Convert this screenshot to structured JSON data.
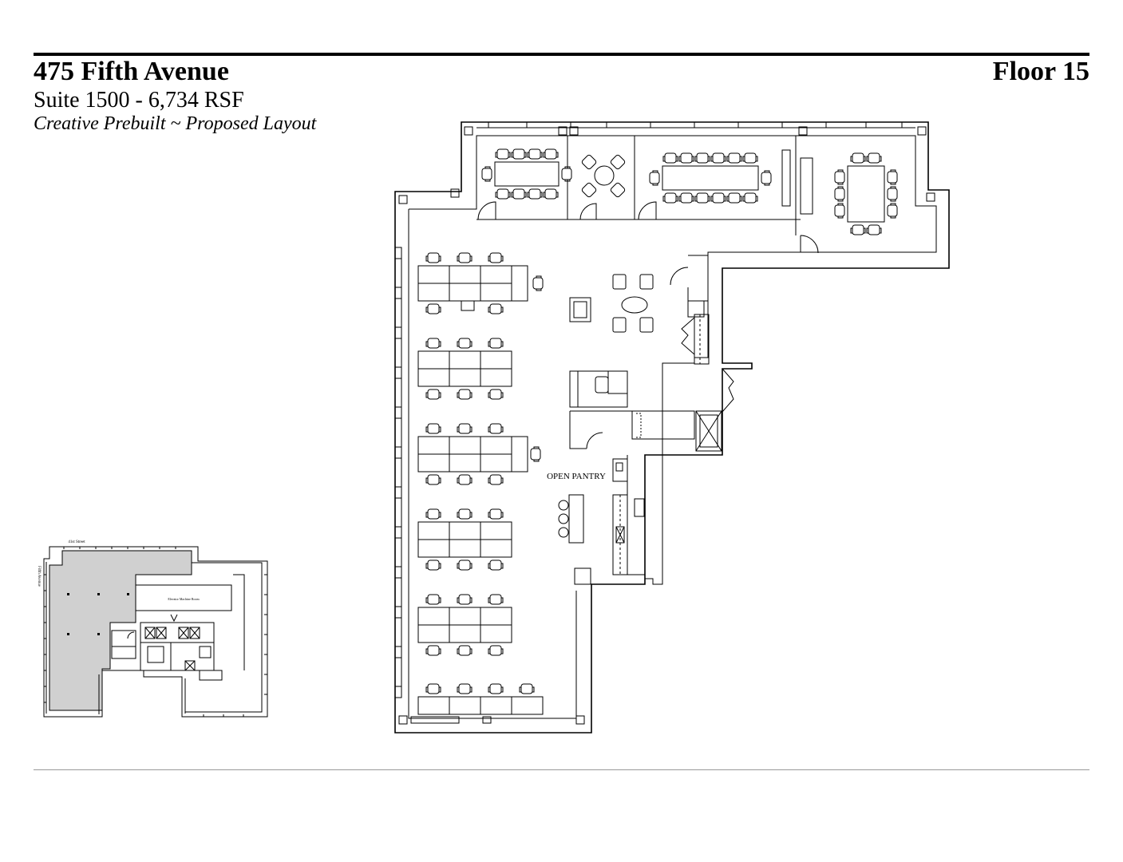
{
  "header": {
    "address": "475 Fifth Avenue",
    "floor": "Floor 15",
    "suite": "Suite 1500 - 6,734 RSF",
    "subtitle": "Creative Prebuilt ~ Proposed Layout"
  },
  "plan": {
    "room_labels": {
      "pantry": "OPEN PANTRY"
    }
  },
  "keyplan": {
    "street_label": "41st Street",
    "avenue_label": "Fifth Avenue",
    "room_label": "Elevator Machine Room",
    "colors": {
      "suite_fill": "#d0d0d0",
      "outline": "#000000"
    }
  }
}
